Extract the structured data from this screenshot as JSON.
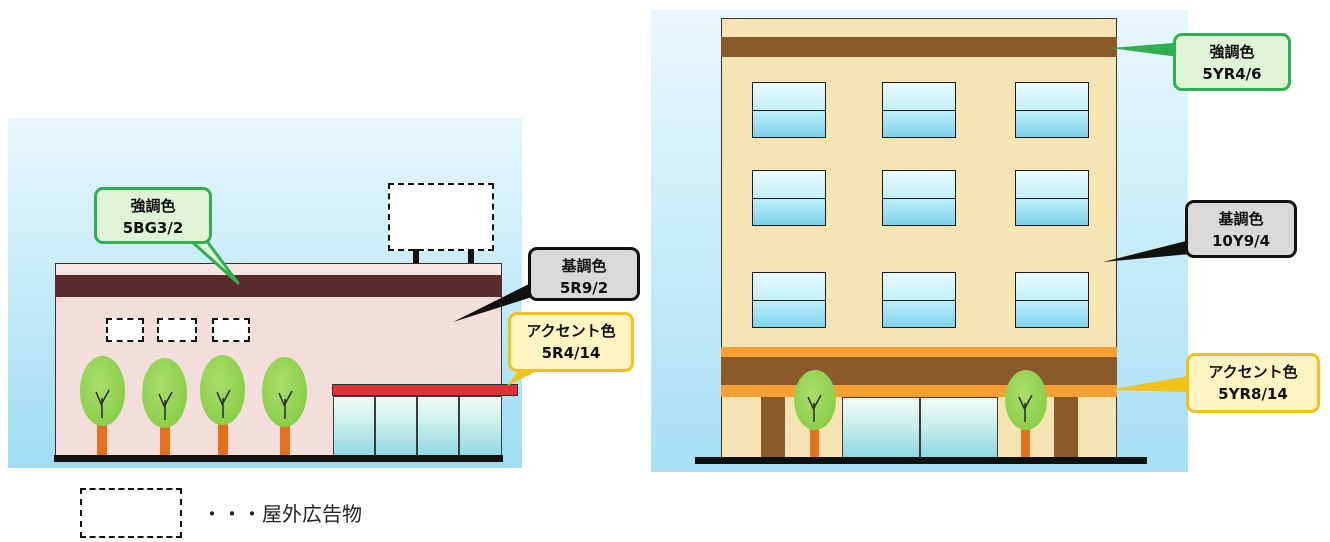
{
  "left_building": {
    "emphasis_label": "強調色",
    "emphasis_code": "5BG3/2",
    "base_label": "基調色",
    "base_code": "5R9/2",
    "accent_label": "アクセント色",
    "accent_code": "5R4/14",
    "colors": {
      "base": "#f4dedc",
      "emphasis": "#5a2d2c",
      "accent": "#e0303a",
      "roof_top": "#f8e6e4"
    }
  },
  "right_building": {
    "emphasis_label": "強調色",
    "emphasis_code": "5YR4/6",
    "base_label": "基調色",
    "base_code": "10Y9/4",
    "accent_label": "アクセント色",
    "accent_code": "5YR8/14",
    "colors": {
      "base": "#f6e5b2",
      "emphasis": "#8a5a2b",
      "accent": "#f5a030"
    }
  },
  "legend": {
    "text": "・・・屋外広告物"
  }
}
